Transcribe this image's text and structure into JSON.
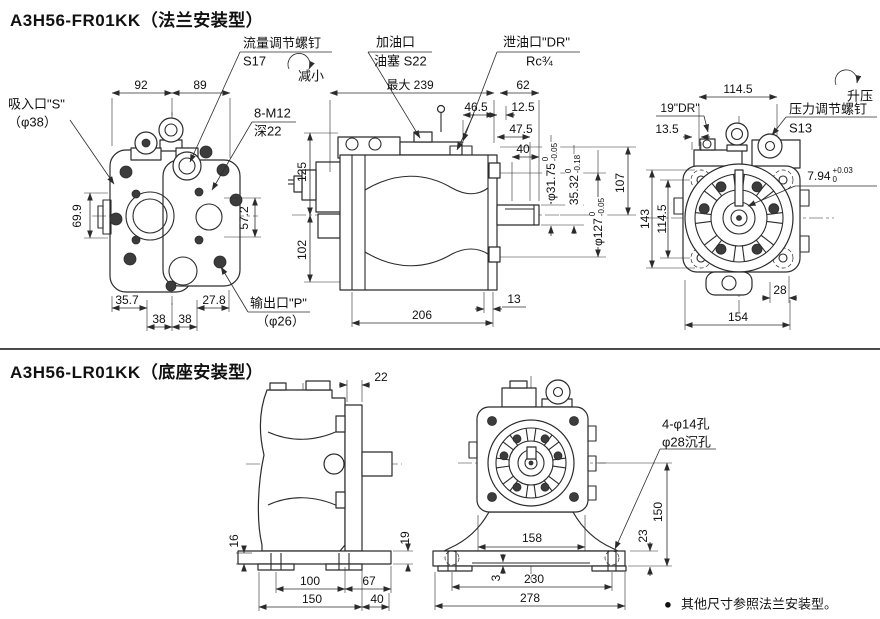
{
  "colors": {
    "line": "#2b2b2b",
    "text": "#111111",
    "background": "#ffffff"
  },
  "flange_section": {
    "title": "A3H56-FR01KK（法兰安装型）",
    "front_view": {
      "suction_port_label": "吸入口\"S\"",
      "suction_port_size": "（φ38）",
      "flow_screw_label": "流量调节螺钉",
      "flow_screw_code": "S17",
      "decrease_label": "减小",
      "mount_bolt_label": "8-M12",
      "mount_bolt_depth": "深22",
      "outlet_port_label": "输出口\"P\"",
      "outlet_port_size": "（φ26）",
      "dim_92": "92",
      "dim_89": "89",
      "dim_69_9": "69.9",
      "dim_57_2": "57.2",
      "dim_35_7": "35.7",
      "dim_38_left": "38",
      "dim_38_right": "38",
      "dim_27_8": "27.8"
    },
    "side_view": {
      "oil_fill_label": "加油口",
      "oil_plug_label": "油塞 S22",
      "drain_port_label": "泄油口\"DR\"",
      "drain_thread": "Rc¾",
      "dim_max239": "最大 239",
      "dim_62": "62",
      "dim_46_5": "46.5",
      "dim_12_5": "12.5",
      "dim_47_5": "47.5",
      "dim_40": "40",
      "dim_shaft_dia": "φ31.75",
      "dim_shaft_dia_tol_hi": "0",
      "dim_shaft_dia_tol_lo": "-0.05",
      "dim_key_w": "35.32",
      "dim_key_w_tol_hi": "0",
      "dim_key_w_tol_lo": "-0.18",
      "dim_107": "107",
      "dim_pilot_dia": "φ127",
      "dim_pilot_tol_hi": "0",
      "dim_pilot_tol_lo": "-0.05",
      "dim_125": "125",
      "dim_102": "102",
      "dim_206": "206",
      "dim_13": "13"
    },
    "rear_view": {
      "dim_114_5_top": "114.5",
      "drain19_label": "19\"DR\"",
      "dim_13_5": "13.5",
      "increase_label": "升压",
      "pressure_screw_label": "压力调节螺钉",
      "pressure_screw_code": "S13",
      "dim_key_h": "7.94",
      "dim_key_h_tol_hi": "+0.03",
      "dim_key_h_tol_lo": "0",
      "dim_143": "143",
      "dim_114_5_left": "114.5",
      "dim_28": "28",
      "dim_154": "154"
    }
  },
  "base_section": {
    "title": "A3H56-LR01KK（底座安装型）",
    "side_view": {
      "dim_22": "22",
      "dim_16": "16",
      "dim_19": "19",
      "dim_100": "100",
      "dim_67": "67",
      "dim_150": "150",
      "dim_40": "40"
    },
    "front_view": {
      "holes_label": "4-φ14孔",
      "holes_counterbore": "φ28沉孔",
      "dim_158": "158",
      "dim_230": "230",
      "dim_3": "3",
      "dim_278": "278",
      "dim_150": "150",
      "dim_23": "23"
    },
    "note_bullet": "●",
    "note": "其他尺寸参照法兰安装型。"
  }
}
